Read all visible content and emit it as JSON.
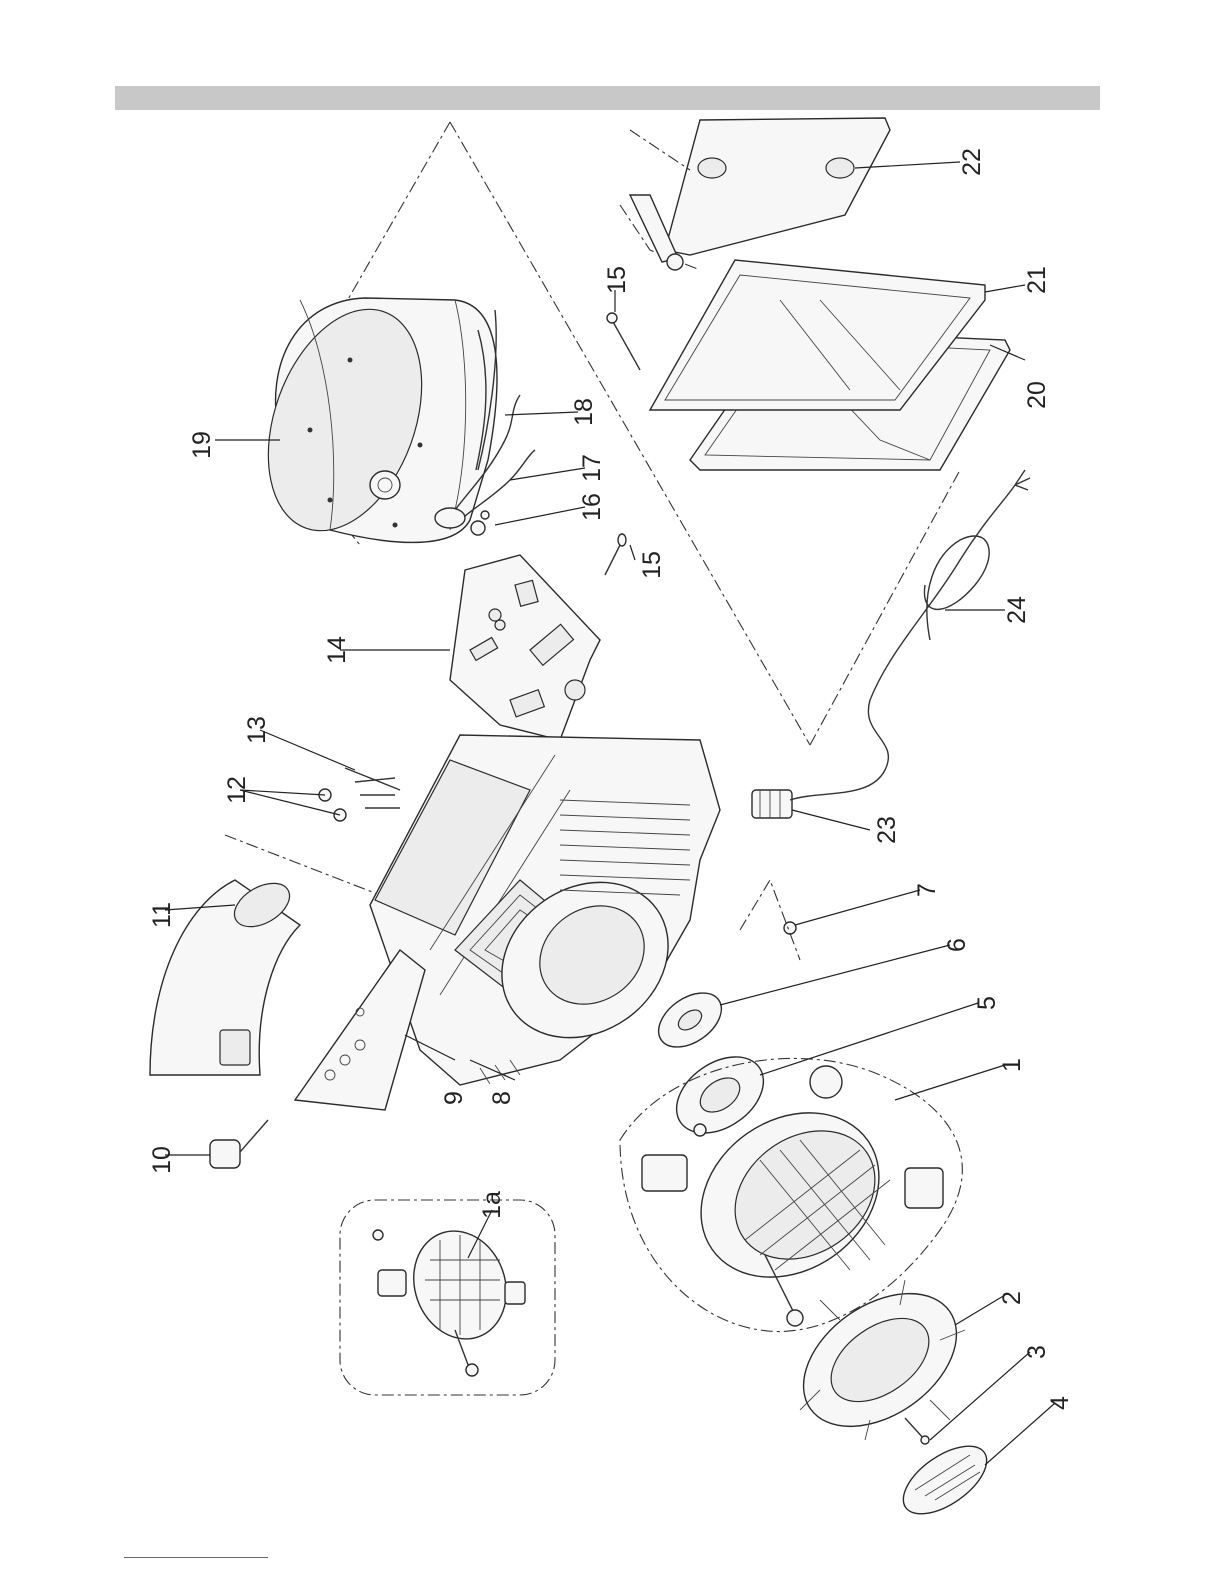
{
  "header": {
    "bar_color": "#c8c8c8"
  },
  "footer": {
    "line_color": "#5a5af0"
  },
  "callouts": [
    {
      "id": "1a",
      "label": "1a"
    },
    {
      "id": "1",
      "label": "1"
    },
    {
      "id": "2",
      "label": "2"
    },
    {
      "id": "3",
      "label": "3"
    },
    {
      "id": "4",
      "label": "4"
    },
    {
      "id": "5",
      "label": "5"
    },
    {
      "id": "6",
      "label": "6"
    },
    {
      "id": "7",
      "label": "7"
    },
    {
      "id": "8",
      "label": "8"
    },
    {
      "id": "9",
      "label": "9"
    },
    {
      "id": "10",
      "label": "10"
    },
    {
      "id": "11",
      "label": "11"
    },
    {
      "id": "12",
      "label": "12"
    },
    {
      "id": "13",
      "label": "13"
    },
    {
      "id": "14",
      "label": "14"
    },
    {
      "id": "15a",
      "label": "15"
    },
    {
      "id": "16",
      "label": "16"
    },
    {
      "id": "17",
      "label": "17"
    },
    {
      "id": "18",
      "label": "18"
    },
    {
      "id": "19",
      "label": "19"
    },
    {
      "id": "15b",
      "label": "15"
    },
    {
      "id": "20",
      "label": "20"
    },
    {
      "id": "21",
      "label": "21"
    },
    {
      "id": "22",
      "label": "22"
    },
    {
      "id": "23",
      "label": "23"
    },
    {
      "id": "24",
      "label": "24"
    }
  ]
}
